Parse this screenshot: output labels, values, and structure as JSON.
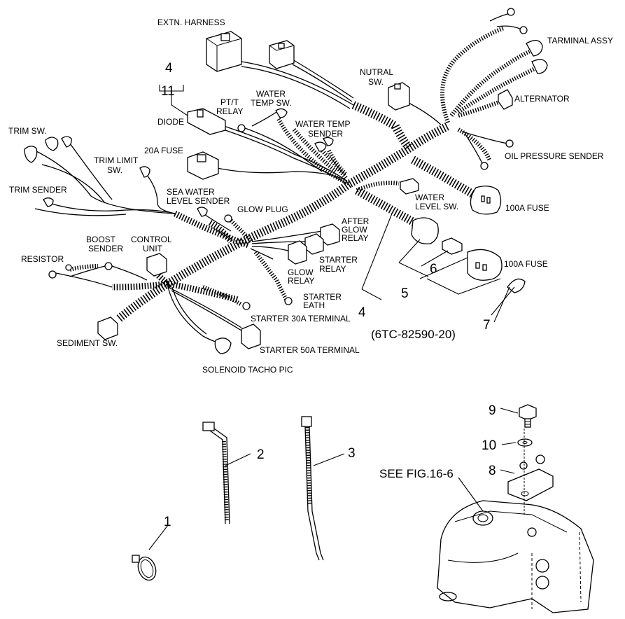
{
  "labels": {
    "extn_harness": "EXTN. HARNESS",
    "terminal_assy": "TARMINAL ASSY",
    "nutral_sw_1": "NUTRAL",
    "nutral_sw_2": "SW.",
    "alternator": "ALTERNATOR",
    "oil_pressure_sender": "OIL PRESSURE SENDER",
    "water_temp_sw_1": "WATER",
    "water_temp_sw_2": "TEMP SW.",
    "water_temp_sender_1": "WATER TEMP",
    "water_temp_sender_2": "SENDER",
    "pt_relay_1": "PT/T",
    "pt_relay_2": "RELAY",
    "diode": "DIODE",
    "trim_sw": "TRIM SW.",
    "fuse_20a": "20A FUSE",
    "trim_limit_sw_1": "TRIM LIMIT",
    "trim_limit_sw_2": "SW.",
    "trim_sender": "TRIM SENDER",
    "sea_water_1": "SEA WATER",
    "sea_water_2": "LEVEL SENDER",
    "glow_plug": "GLOW PLUG",
    "water_level_sw_1": "WATER",
    "water_level_sw_2": "LEVEL SW.",
    "fuse_100a_top": "100A FUSE",
    "after_glow_1": "AFTER",
    "after_glow_2": "GLOW",
    "after_glow_3": "RELAY",
    "boost_sender_1": "BOOST",
    "boost_sender_2": "SENDER",
    "control_unit_1": "CONTROL",
    "control_unit_2": "UNIT",
    "resistor": "RESISTOR",
    "starter_relay_1": "STARTER",
    "starter_relay_2": "RELAY",
    "glow_relay_1": "GLOW",
    "glow_relay_2": "RELAY",
    "fuse_100a_mid": "100A FUSE",
    "starter_eath_1": "STARTER",
    "starter_eath_2": "EATH",
    "starter_30a": "STARTER 30A TERMINAL",
    "starter_50a": "STARTER 50A TERMINAL",
    "sediment_sw": "SEDIMENT SW.",
    "solenoid_tacho": "SOLENOID TACHO PIC",
    "part_code": "(6TC-82590-20)",
    "see_fig": "SEE FIG.16-6"
  },
  "callouts": {
    "n1": "1",
    "n2": "2",
    "n3": "3",
    "n4_top": "4",
    "n11": "11",
    "n4": "4",
    "n5": "5",
    "n6": "6",
    "n7": "7",
    "n8": "8",
    "n9": "9",
    "n10": "10"
  }
}
